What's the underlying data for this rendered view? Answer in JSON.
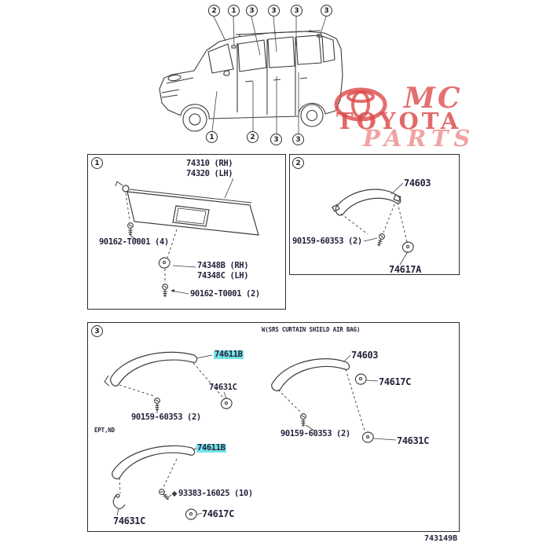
{
  "footer": {
    "doc_number": "743149B"
  },
  "watermark": {
    "mc": "MC",
    "toyota": "TOYOTA",
    "parts": "PARTS"
  },
  "colors": {
    "highlight": "#74e3e6",
    "watermark_red": "#dc4848",
    "watermark_pink": "#ee9292",
    "line": "#3c3c3c",
    "text": "#23233c"
  },
  "callouts": {
    "top": [
      "2",
      "1",
      "3",
      "3",
      "3",
      "3"
    ],
    "bottom": [
      "1",
      "2",
      "3",
      "3"
    ]
  },
  "section1": {
    "num": "1",
    "visor_rh": "74310 (RH)",
    "visor_lh": "74320 (LH)",
    "screw_a": "90162-T0001 (4)",
    "holder_rh": "74348B (RH)",
    "holder_lh": "74348C (LH)",
    "screw_b": "90162-T0001 (2)"
  },
  "section2": {
    "num": "2",
    "grip": "74603",
    "screw": "90159-60353 (2)",
    "clip": "74617A"
  },
  "section3": {
    "num": "3",
    "note": "W(SRS CURTAIN SHIELD AIR BAG)",
    "sub_note": "EPT,ND",
    "grip_left": "74611B",
    "clip_left": "74631C",
    "screw_left": "90159-60353 (2)",
    "grip_right": "74603",
    "clip_right_a": "74617C",
    "screw_right": "90159-60353 (2)",
    "clip_right_b": "74631C",
    "grip_lower": "74611B",
    "screw_lower": "93383-16025 (10)",
    "clip_lower_a": "74617C",
    "clip_lower_b": "74631C"
  }
}
